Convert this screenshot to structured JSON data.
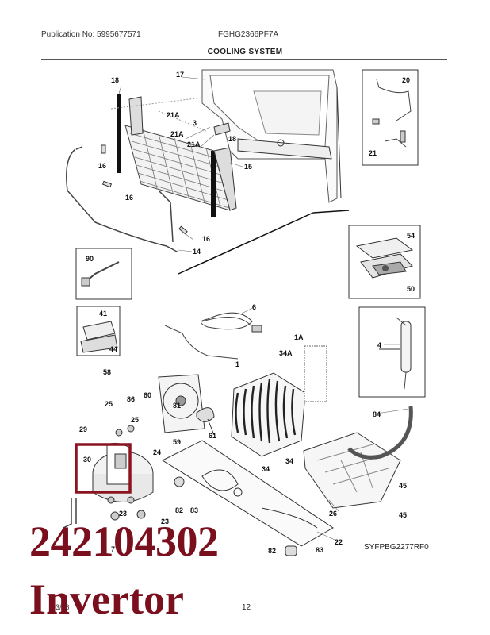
{
  "header": {
    "publication": "Publication No: 5995677571",
    "model": "FGHG2366PF7A",
    "section_title": "COOLING SYSTEM"
  },
  "callouts": {
    "c18a": "18",
    "c17": "17",
    "c21A_1": "21A",
    "c3": "3",
    "c21A_2": "21A",
    "c21A_3": "21A",
    "c18b": "18",
    "c16a": "16",
    "c15": "15",
    "c16b": "16",
    "c16c": "16",
    "c14": "14",
    "c20": "20",
    "c21": "21",
    "c54": "54",
    "c50": "50",
    "c90": "90",
    "c41": "41",
    "c44": "44",
    "c6": "6",
    "c1A": "1A",
    "c34A": "34A",
    "c1": "1",
    "c4": "4",
    "c58": "58",
    "c60": "60",
    "c86": "86",
    "c81": "81",
    "c25a": "25",
    "c25b": "25",
    "c29": "29",
    "c59": "59",
    "c61": "61",
    "c84": "84",
    "c30": "30",
    "c24": "24",
    "c34a": "34",
    "c34b": "34",
    "c45a": "45",
    "c26": "26",
    "c82a": "82",
    "c83a": "83",
    "c23a": "23",
    "c23b": "23",
    "c45b": "45",
    "c22": "22",
    "c82b": "82",
    "c83b": "83",
    "c7": "7"
  },
  "reference_code": "SYFPBG2277RF0",
  "page_number": "12",
  "page_date": "03/16",
  "overlay": {
    "part_number": "242104302",
    "part_name": "Invertor"
  },
  "colors": {
    "highlight": "#8b1420",
    "overlay_text": "#7a0f1e"
  }
}
